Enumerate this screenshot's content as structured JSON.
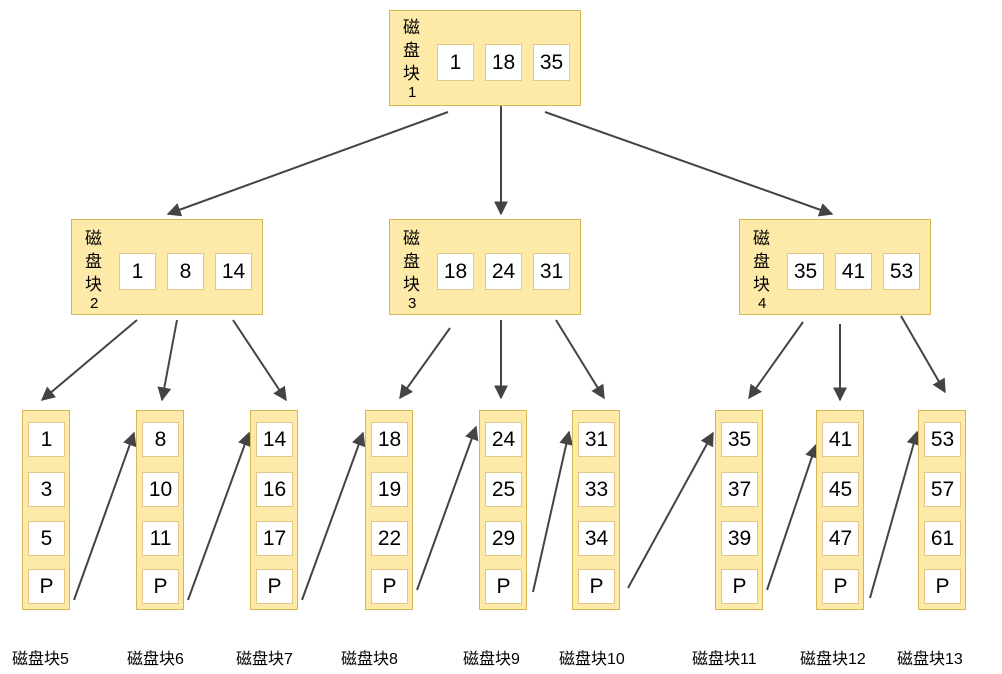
{
  "internal_nodes": [
    {
      "id": "root",
      "label_chars": [
        "磁",
        "盘",
        "块"
      ],
      "label_num": "1",
      "keys": [
        "1",
        "18",
        "35"
      ]
    },
    {
      "id": "n2",
      "label_chars": [
        "磁",
        "盘",
        "块"
      ],
      "label_num": "2",
      "keys": [
        "1",
        "8",
        "14"
      ]
    },
    {
      "id": "n3",
      "label_chars": [
        "磁",
        "盘",
        "块"
      ],
      "label_num": "3",
      "keys": [
        "18",
        "24",
        "31"
      ]
    },
    {
      "id": "n4",
      "label_chars": [
        "磁",
        "盘",
        "块"
      ],
      "label_num": "4",
      "keys": [
        "35",
        "41",
        "53"
      ]
    }
  ],
  "leaf_nodes": [
    {
      "caption": "磁盘块5",
      "keys": [
        "1",
        "3",
        "5",
        "P"
      ]
    },
    {
      "caption": "磁盘块6",
      "keys": [
        "8",
        "10",
        "11",
        "P"
      ]
    },
    {
      "caption": "磁盘块7",
      "keys": [
        "14",
        "16",
        "17",
        "P"
      ]
    },
    {
      "caption": "磁盘块8",
      "keys": [
        "18",
        "19",
        "22",
        "P"
      ]
    },
    {
      "caption": "磁盘块9",
      "keys": [
        "24",
        "25",
        "29",
        "P"
      ]
    },
    {
      "caption": "磁盘块10",
      "keys": [
        "31",
        "33",
        "34",
        "P"
      ]
    },
    {
      "caption": "磁盘块11",
      "keys": [
        "35",
        "37",
        "39",
        "P"
      ]
    },
    {
      "caption": "磁盘块12",
      "keys": [
        "41",
        "45",
        "47",
        "P"
      ]
    },
    {
      "caption": "磁盘块13",
      "keys": [
        "53",
        "57",
        "61",
        "P"
      ]
    }
  ],
  "colors": {
    "node_fill": "#fdeaa8",
    "node_border": "#d6b656",
    "key_fill": "#ffffff",
    "arrow": "#444444"
  }
}
